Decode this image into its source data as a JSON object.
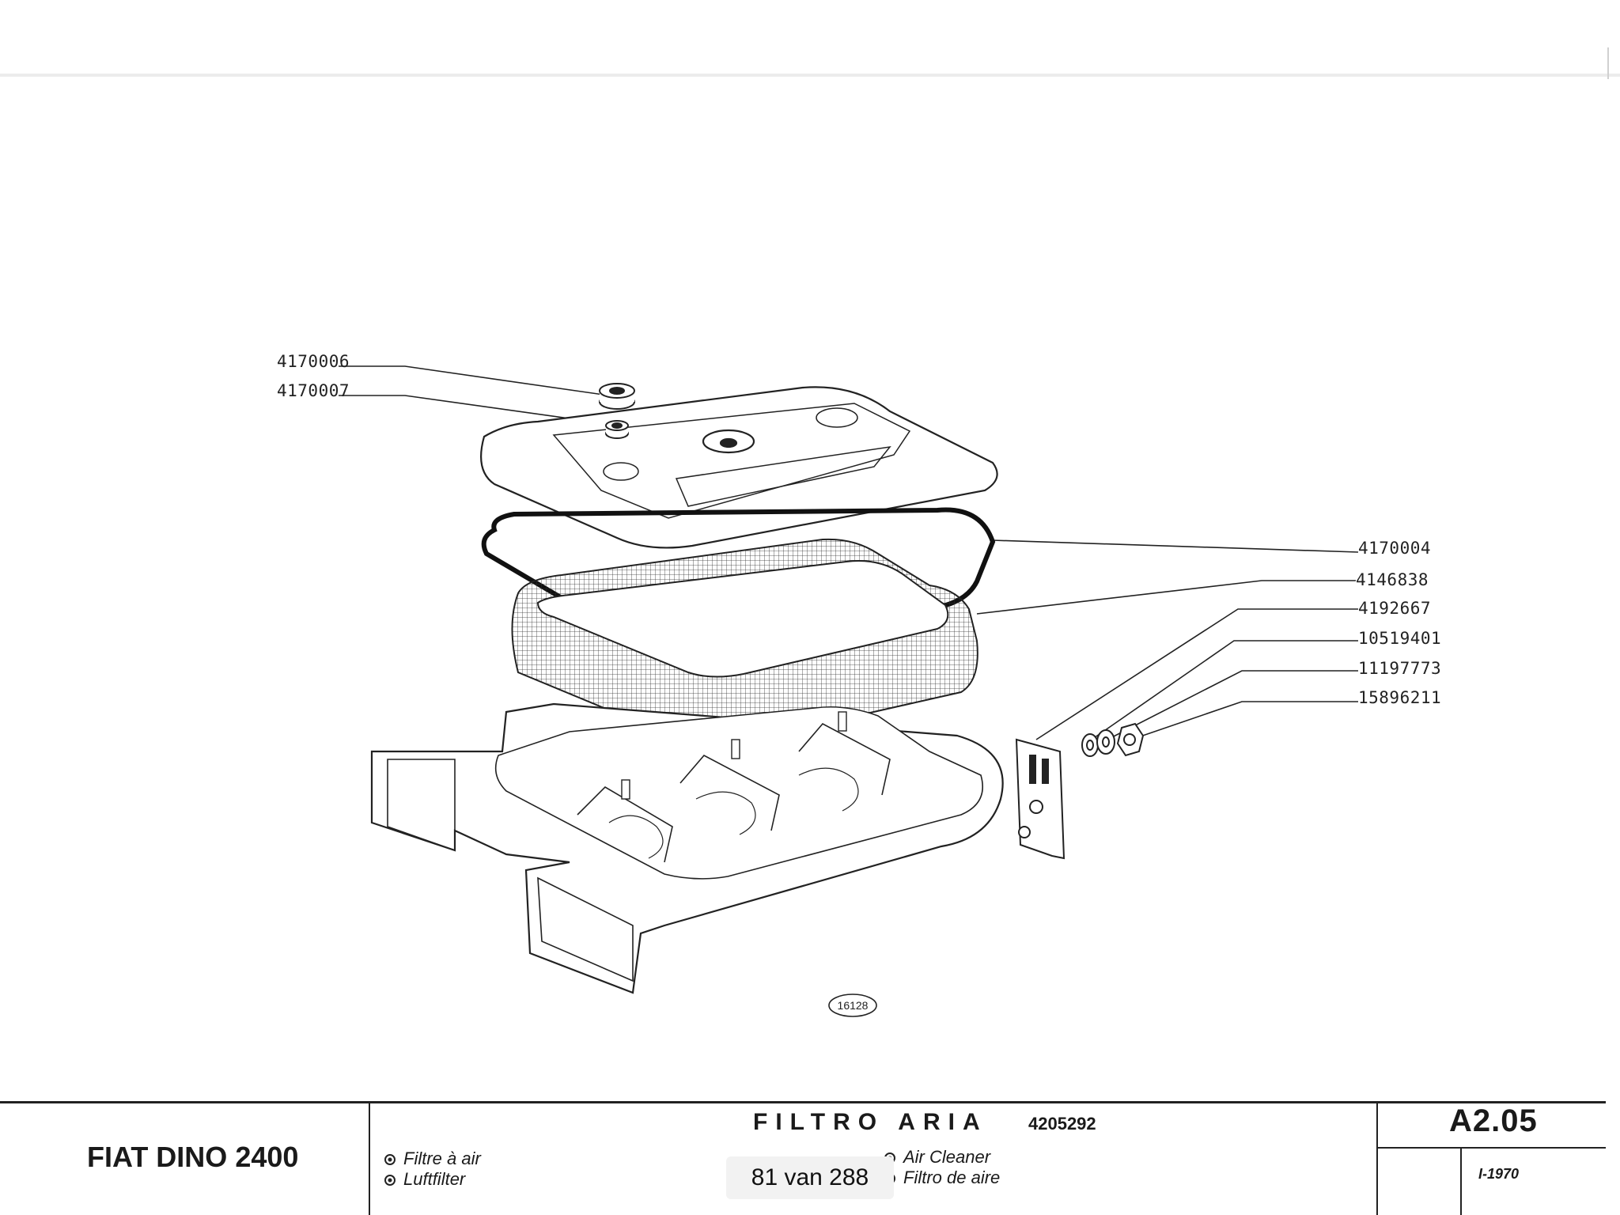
{
  "part_numbers": [
    "4170006",
    "4170007",
    "4170004",
    "4146838",
    "4192667",
    "10519401",
    "11197773",
    "15896211"
  ],
  "drawing_number": "16128",
  "title_block": {
    "model": "FIAT DINO 2400",
    "title": "FILTRO ARIA",
    "group_code": "4205292",
    "languages": {
      "fr": "Filtre à air",
      "de": "Luftfilter",
      "en": "Air Cleaner",
      "es": "Filtro de aire"
    },
    "reference": "A2.05",
    "date": "I-1970"
  },
  "viewer": {
    "page_counter": "81 van 288"
  }
}
